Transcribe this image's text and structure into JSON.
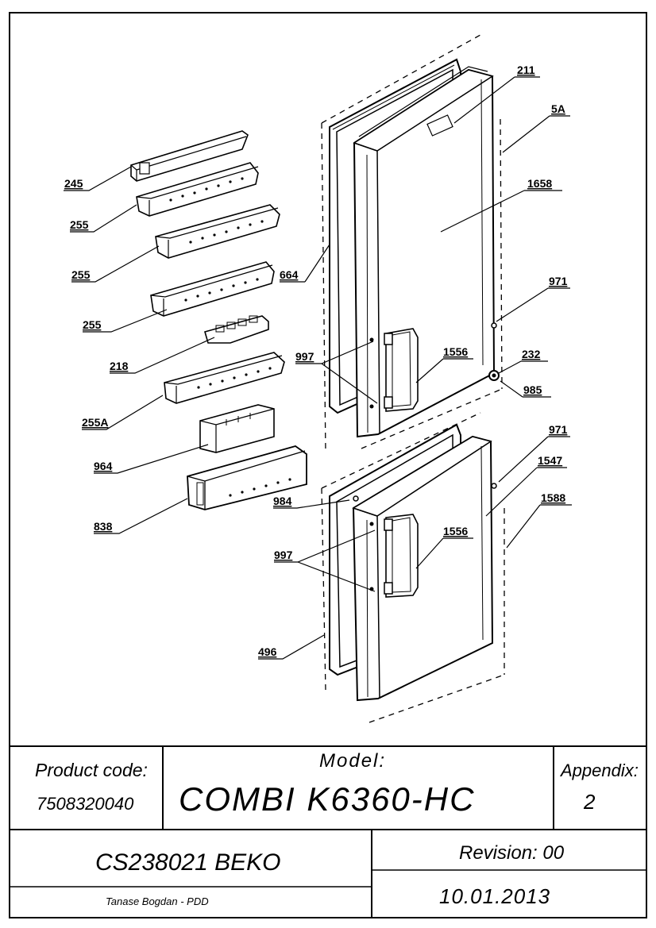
{
  "callouts": {
    "c211": "211",
    "c5A": "5A",
    "c1658": "1658",
    "c245": "245",
    "c255a": "255",
    "c255b": "255",
    "c255c": "255",
    "c664": "664",
    "c971a": "971",
    "c218": "218",
    "c997a": "997",
    "c1556a": "1556",
    "c232": "232",
    "c985": "985",
    "c255A": "255A",
    "c964": "964",
    "c971b": "971",
    "c1547": "1547",
    "c1588": "1588",
    "c838": "838",
    "c984": "984",
    "c997b": "997",
    "c1556b": "1556",
    "c496": "496"
  },
  "title_block": {
    "product_code_label": "Product code:",
    "product_code_value": "7508320040",
    "model_label": "Model:",
    "model_value": "COMBI K6360-HC",
    "appendix_label": "Appendix:",
    "appendix_value": "2",
    "drawing_id": "CS238021 BEKO",
    "revision": "Revision: 00",
    "author": "Tanase Bogdan - PDD",
    "date": "10.01.2013"
  }
}
